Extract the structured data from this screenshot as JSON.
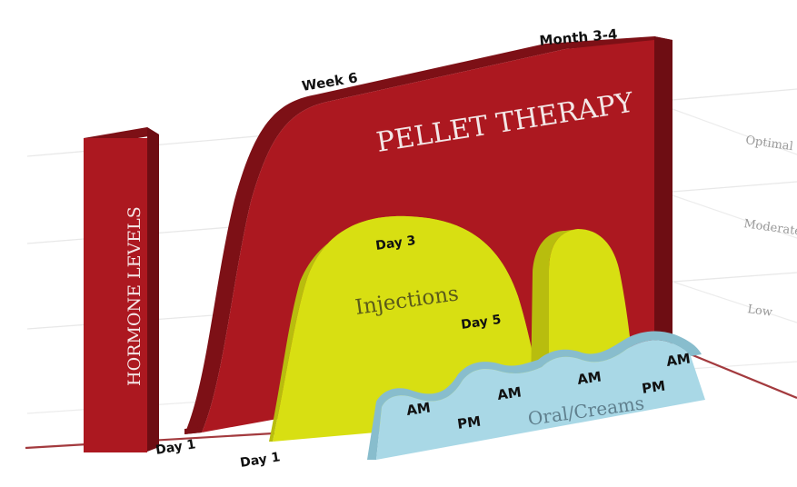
{
  "axis": {
    "title": "HORMONE LEVELS",
    "levels": [
      "Optimal",
      "Moderate",
      "Low"
    ]
  },
  "pellet": {
    "title": "PELLET THERAPY",
    "start_label": "Day 1",
    "mid_label": "Week 6",
    "end_label": "Month 3-4"
  },
  "injections": {
    "title": "Injections",
    "start_label": "Day 1",
    "peak_label": "Day 3",
    "drop_label": "Day 5"
  },
  "oral": {
    "title": "Oral/Creams",
    "labels": [
      "AM",
      "PM",
      "AM",
      "AM",
      "PM",
      "AM"
    ]
  },
  "colors": {
    "pellet_front": "#ac1820",
    "pellet_side": "#7d1016",
    "injection_front": "#d8df12",
    "injection_side": "#b8bd0e",
    "oral_front": "#a9d8e6",
    "oral_side": "#88bdcd",
    "baseline": "#a33a3e",
    "grid": "#e6e6e6"
  }
}
